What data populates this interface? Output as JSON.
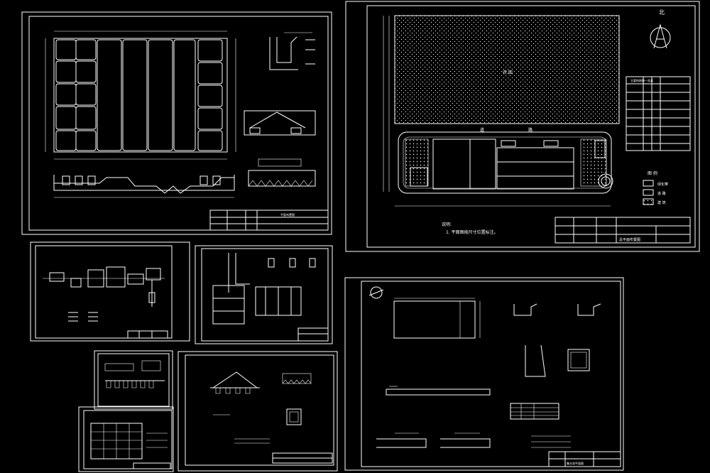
{
  "sheets": {
    "top_left": {
      "title_block_label": "平面布置图"
    },
    "top_right": {
      "north_label": "北",
      "legend_title": "图 例",
      "legend_items": [
        "绿化带",
        "道 路",
        "建 筑"
      ],
      "notes_title": "说明:",
      "notes_line": "1. 平面图按尺寸位置标注。",
      "title_block_label": "总平面布置图",
      "field_label": "农 田",
      "road_label_left": "道",
      "road_label_right": "路",
      "table_title": "主要构筑物一览表"
    },
    "bottom_right": {
      "title_block_label": "集水池平面图"
    }
  },
  "colors": {
    "background": "#000000",
    "line": "#ffffff"
  }
}
